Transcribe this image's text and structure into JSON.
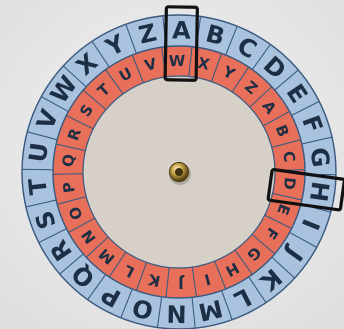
{
  "cipher_wheel": {
    "outer_letters": [
      "A",
      "B",
      "C",
      "D",
      "E",
      "F",
      "G",
      "H",
      "I",
      "J",
      "K",
      "L",
      "M",
      "N",
      "O",
      "P",
      "Q",
      "R",
      "S",
      "T",
      "U",
      "V",
      "W",
      "X",
      "Y",
      "Z"
    ],
    "inner_letters": [
      "W",
      "X",
      "Y",
      "Z",
      "A",
      "B",
      "C",
      "D",
      "E",
      "F",
      "G",
      "H",
      "I",
      "J",
      "K",
      "L",
      "M",
      "N",
      "O",
      "P",
      "Q",
      "R",
      "S",
      "T",
      "U",
      "V"
    ],
    "colors": {
      "outer_ring": "#a9c3df",
      "inner_ring": "#e8705a",
      "center_disc": "#d6d0c9",
      "letter_ink": "#1d2f45",
      "divider": "#3b5a80",
      "highlight_box": "#111111"
    },
    "highlighted_pairs": [
      {
        "outer": "A",
        "inner": "W"
      },
      {
        "outer": "H",
        "inner": "D"
      }
    ]
  }
}
